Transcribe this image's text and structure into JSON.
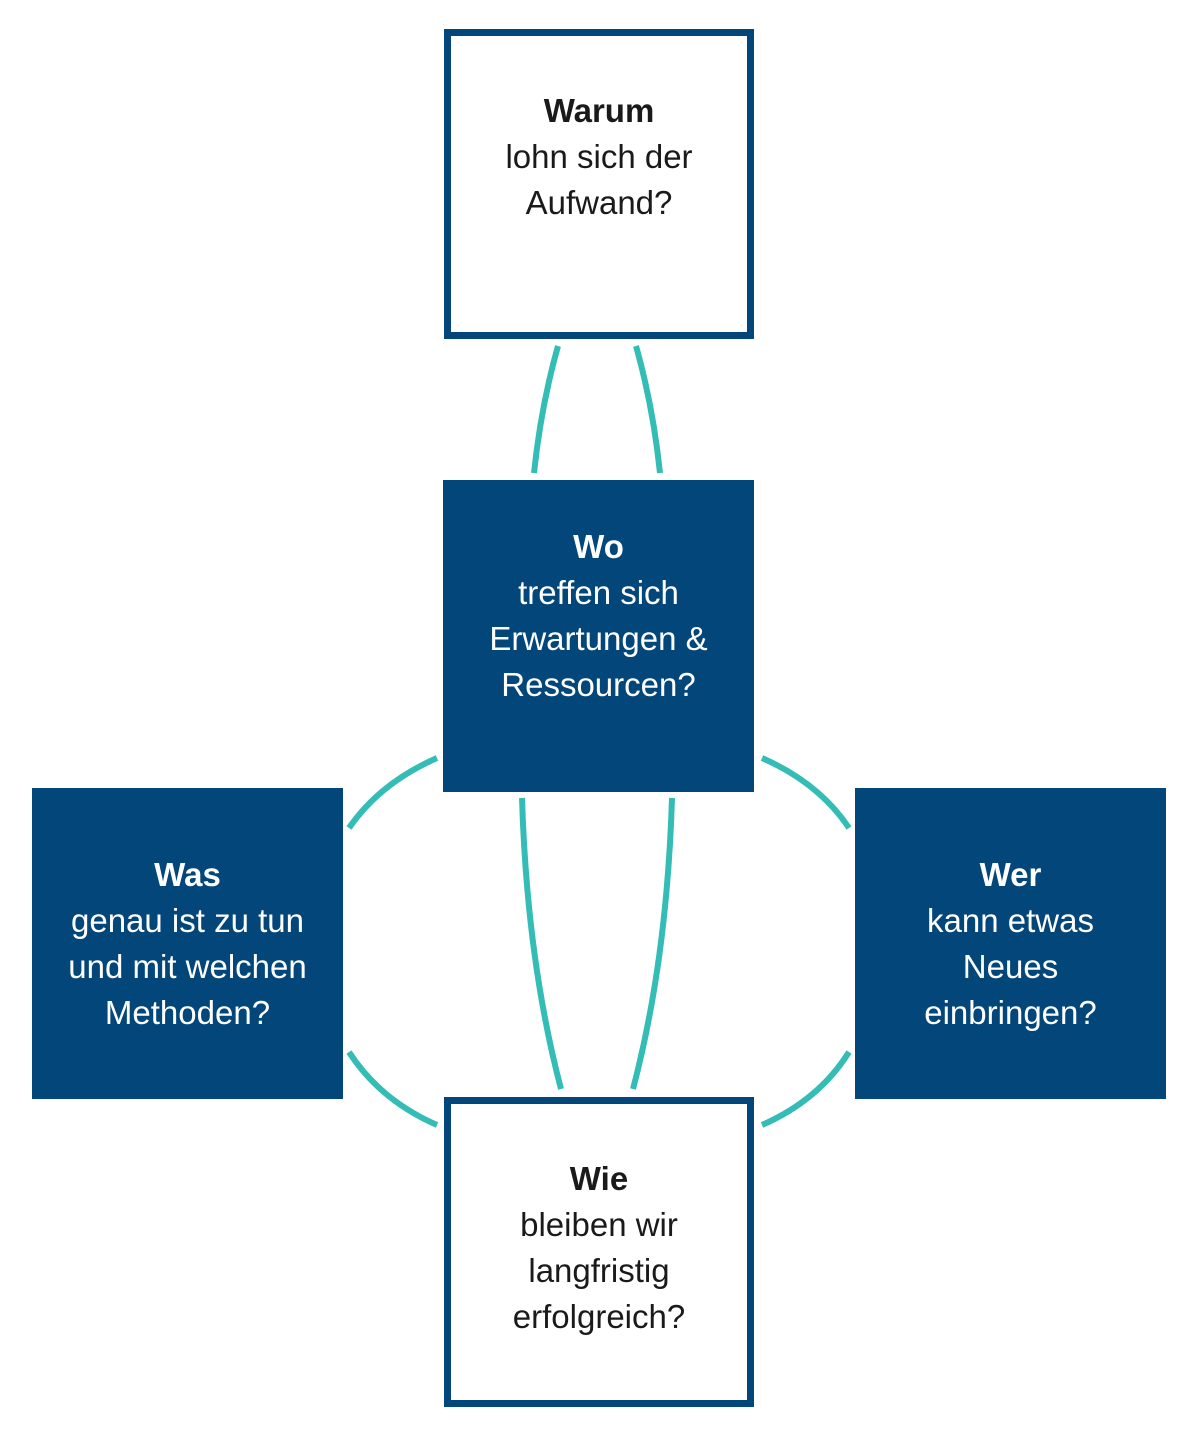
{
  "colors": {
    "box_fill": "#03467a",
    "box_border": "#03467a",
    "connector": "#34bcb6",
    "outline_text": "#1a1a1a",
    "filled_text": "#ffffff"
  },
  "boxes": {
    "warum": {
      "heading": "Warum",
      "lines": [
        "lohn sich der",
        "Aufwand?"
      ]
    },
    "wo": {
      "heading": "Wo",
      "lines": [
        "treffen sich",
        "Erwartungen &",
        "Ressourcen?"
      ]
    },
    "was": {
      "heading": "Was",
      "lines": [
        "genau ist zu tun",
        "und mit welchen",
        "Methoden?"
      ]
    },
    "wer": {
      "heading": "Wer",
      "lines": [
        "kann etwas",
        "Neues",
        "einbringen?"
      ]
    },
    "wie": {
      "heading": "Wie",
      "lines": [
        "bleiben wir",
        "langfristig",
        "erfolgreich?"
      ]
    }
  }
}
